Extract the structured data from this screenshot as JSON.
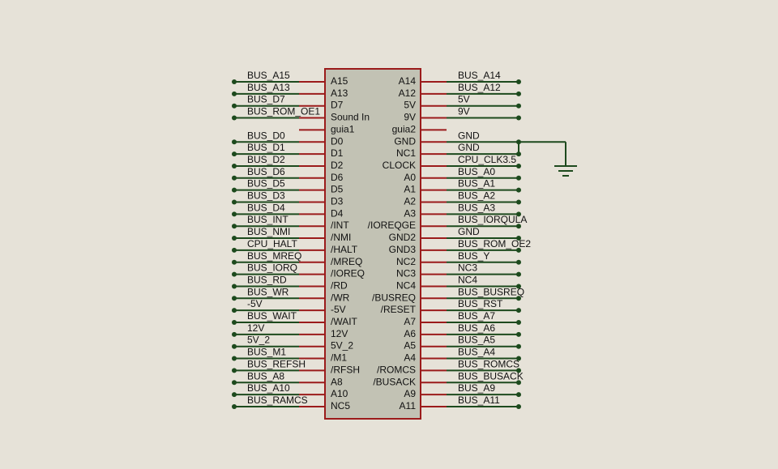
{
  "colors": {
    "background": "#e6e2d8",
    "chip_body": "#c2c2b4",
    "chip_border": "#9b1b1b",
    "pin_line": "#9b1b1b",
    "wire": "#1d4a1d",
    "junction_dot": "#1d4a1d",
    "text": "#111111"
  },
  "component": {
    "left_pins": [
      "A15",
      "A13",
      "D7",
      "Sound In",
      "guia1",
      "D0",
      "D1",
      "D2",
      "D6",
      "D5",
      "D3",
      "D4",
      "/INT",
      "/NMI",
      "/HALT",
      "/MREQ",
      "/IOREQ",
      "/RD",
      "/WR",
      "-5V",
      "/WAIT",
      "12V",
      "5V_2",
      "/M1",
      "/RFSH",
      "A8",
      "A10",
      "NC5"
    ],
    "right_pins": [
      "A14",
      "A12",
      "5V",
      "9V",
      "guia2",
      "GND",
      "NC1",
      "CLOCK",
      "A0",
      "A1",
      "A2",
      "A3",
      "/IOREQGE",
      "GND2",
      "GND3",
      "NC2",
      "NC3",
      "NC4",
      "/BUSREQ",
      "/RESET",
      "A7",
      "A6",
      "A5",
      "A4",
      "/ROMCS",
      "/BUSACK",
      "A9",
      "A11"
    ]
  },
  "left_nets": [
    "BUS_A15",
    "BUS_A13",
    "BUS_D7",
    "BUS_ROM_OE1",
    "",
    "BUS_D0",
    "BUS_D1",
    "BUS_D2",
    "BUS_D6",
    "BUS_D5",
    "BUS_D3",
    "BUS_D4",
    "BUS_INT",
    "BUS_NMI",
    "CPU_HALT",
    "BUS_MREQ",
    "BUS_IORQ",
    "BUS_RD",
    "BUS_WR",
    "-5V",
    "BUS_WAIT",
    "12V",
    "5V_2",
    "BUS_M1",
    "BUS_REFSH",
    "BUS_A8",
    "BUS_A10",
    "BUS_RAMCS"
  ],
  "right_nets": [
    "BUS_A14",
    "BUS_A12",
    "5V",
    "9V",
    "",
    "GND",
    "GND",
    "CPU_CLK3.5",
    "BUS_A0",
    "BUS_A1",
    "BUS_A2",
    "BUS_A3",
    "BUS_IORQULA",
    "GND",
    "BUS_ROM_OE2",
    "BUS_Y",
    "NC3",
    "NC4",
    "BUS_BUSREQ",
    "BUS_RST",
    "BUS_A7",
    "BUS_A6",
    "BUS_A5",
    "BUS_A4",
    "BUS_ROMCS",
    "BUS_BUSACK",
    "BUS_A9",
    "BUS_A11"
  ],
  "ground_symbol": {
    "name": "ground-symbol"
  }
}
